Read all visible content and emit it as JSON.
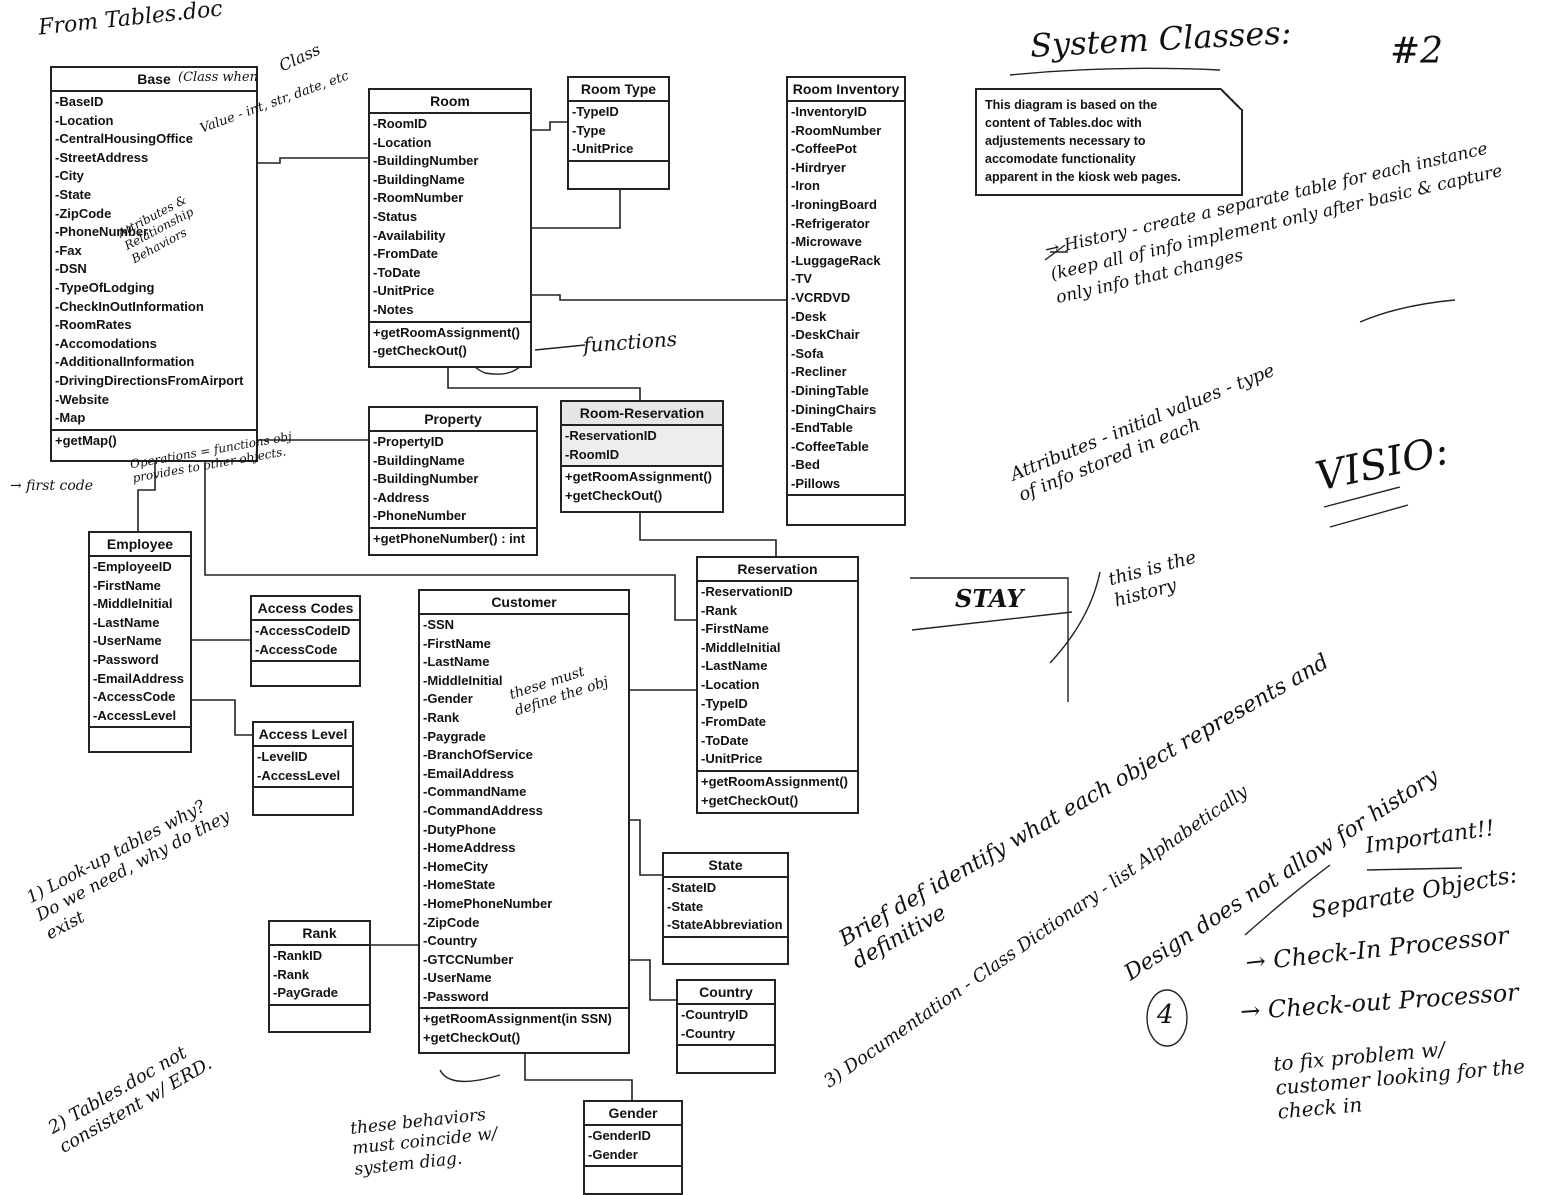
{
  "top_notes": {
    "from": "From Tables.doc",
    "title": "System Classes:",
    "number": "#2"
  },
  "info_note": "This diagram is based on the\ncontent of Tables.doc with\nadjustements necessary to\naccomodate functionality\napparent in the kiosk web pages.",
  "classes": {
    "base": {
      "name": "Base",
      "attributes": [
        "-BaseID",
        "-Location",
        "-CentralHousingOffice",
        "-StreetAddress",
        "-City",
        "-State",
        "-ZipCode",
        "-PhoneNumber",
        "-Fax",
        "-DSN",
        "-TypeOfLodging",
        "-CheckInOutInformation",
        "-RoomRates",
        "-Accomodations",
        "-AdditionalInformation",
        "-DrivingDirectionsFromAirport",
        "-Website",
        "-Map"
      ],
      "methods": [
        "+getMap()"
      ]
    },
    "room": {
      "name": "Room",
      "attributes": [
        "-RoomID",
        "-Location",
        "-BuildingNumber",
        "-BuildingName",
        "-RoomNumber",
        "-Status",
        "-Availability",
        "-FromDate",
        "-ToDate",
        "-UnitPrice",
        "-Notes"
      ],
      "methods": [
        "+getRoomAssignment()",
        "-getCheckOut()"
      ]
    },
    "room_type": {
      "name": "Room Type",
      "attributes": [
        "-TypeID",
        "-Type",
        "-UnitPrice"
      ],
      "methods": []
    },
    "room_inventory": {
      "name": "Room Inventory",
      "attributes": [
        "-InventoryID",
        "-RoomNumber",
        "-CoffeePot",
        "-Hirdryer",
        "-Iron",
        "-IroningBoard",
        "-Refrigerator",
        "-Microwave",
        "-LuggageRack",
        "-TV",
        "-VCRDVD",
        "-Desk",
        "-DeskChair",
        "-Sofa",
        "-Recliner",
        "-DiningTable",
        "-DiningChairs",
        "-EndTable",
        "-CoffeeTable",
        "-Bed",
        "-Pillows"
      ],
      "methods": []
    },
    "property": {
      "name": "Property",
      "attributes": [
        "-PropertyID",
        "-BuildingName",
        "-BuildingNumber",
        "-Address",
        "-PhoneNumber"
      ],
      "methods": [
        "+getPhoneNumber() : int"
      ]
    },
    "room_reservation": {
      "name": "Room-Reservation",
      "attributes": [
        "-ReservationID",
        "-RoomID"
      ],
      "methods": [
        "+getRoomAssignment()",
        "+getCheckOut()"
      ]
    },
    "employee": {
      "name": "Employee",
      "attributes": [
        "-EmployeeID",
        "-FirstName",
        "-MiddleInitial",
        "-LastName",
        "-UserName",
        "-Password",
        "-EmailAddress",
        "-AccessCode",
        "-AccessLevel"
      ],
      "methods": []
    },
    "access_codes": {
      "name": "Access Codes",
      "attributes": [
        "-AccessCodeID",
        "-AccessCode"
      ],
      "methods": []
    },
    "access_level": {
      "name": "Access Level",
      "attributes": [
        "-LevelID",
        "-AccessLevel"
      ],
      "methods": []
    },
    "customer": {
      "name": "Customer",
      "attributes": [
        "-SSN",
        "-FirstName",
        "-LastName",
        "-MiddleInitial",
        "-Gender",
        "-Rank",
        "-Paygrade",
        "-BranchOfService",
        "-EmailAddress",
        "-CommandName",
        "-CommandAddress",
        "-DutyPhone",
        "-HomeAddress",
        "-HomeCity",
        "-HomeState",
        "-HomePhoneNumber",
        "-ZipCode",
        "-Country",
        "-GTCCNumber",
        "-UserName",
        "-Password"
      ],
      "methods": [
        "+getRoomAssignment(in SSN)",
        "+getCheckOut()"
      ]
    },
    "reservation": {
      "name": "Reservation",
      "attributes": [
        "-ReservationID",
        "-Rank",
        "-FirstName",
        "-MiddleInitial",
        "-LastName",
        "-Location",
        "-TypeID",
        "-FromDate",
        "-ToDate",
        "-UnitPrice"
      ],
      "methods": [
        "+getRoomAssignment()",
        "+getCheckOut()"
      ]
    },
    "state": {
      "name": "State",
      "attributes": [
        "-StateID",
        "-State",
        "-StateAbbreviation"
      ],
      "methods": []
    },
    "country": {
      "name": "Country",
      "attributes": [
        "-CountryID",
        "-Country"
      ],
      "methods": []
    },
    "rank": {
      "name": "Rank",
      "attributes": [
        "-RankID",
        "-Rank",
        "-PayGrade"
      ],
      "methods": []
    },
    "gender": {
      "name": "Gender",
      "attributes": [
        "-GenderID",
        "-Gender"
      ],
      "methods": []
    }
  },
  "stay_box": "STAY",
  "handwriting": {
    "class_label": "Class",
    "base_note": "(Class when",
    "base_values": "Value - int, str, date, etc",
    "attr_note": "Attributes & Relationship Behaviors",
    "functions": "functions",
    "operations": "Operations = functions obj provides to other objects.",
    "first_code": "→ first code",
    "history": "→ History - create a separate table for each instance (keep all of info implement only after basic & capture only info that changes",
    "attributes_note": "Attributes - initial values - type of info stored in each",
    "visio": "VISIO:",
    "this_history": "this is the history",
    "lookup": "1) Look-up tables why? Do we need, why do they exist",
    "define_obj": "these must define the obj",
    "brief_def": "Brief def identify what each object represents and definitive",
    "design_note": "Design does not allow for history",
    "documentation": "3) Documentation - Class Dictionary - list Alphabetically",
    "important": "Important!!",
    "separate": "Separate Objects:",
    "checkin": "→ Check-In Processor",
    "checkout": "→ Check-out Processor",
    "four": "4",
    "fix_problem": "to fix problem w/ customer looking for the check in",
    "tables_note": "2) Tables.doc not consistent w/ ERD.",
    "behaviors": "these behaviors must coincide w/ system diag."
  }
}
